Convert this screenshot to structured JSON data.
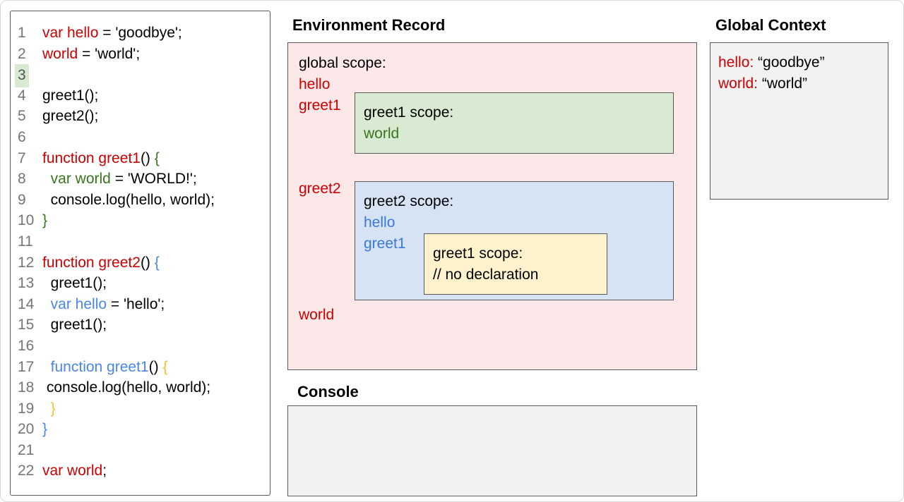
{
  "colors": {
    "red": "#cc0000",
    "green": "#38761d",
    "blue": "#4a86e8",
    "blueDark": "#3c78d8",
    "yellow": "#f1c232",
    "black": "#000000"
  },
  "code": {
    "lines": [
      {
        "num": "1",
        "highlight": false,
        "segments": [
          [
            "red",
            "var hello"
          ],
          [
            "black",
            " = 'goodbye';"
          ]
        ]
      },
      {
        "num": "2",
        "highlight": false,
        "segments": [
          [
            "red",
            "world"
          ],
          [
            "black",
            " = 'world';"
          ]
        ]
      },
      {
        "num": "3",
        "highlight": true,
        "segments": []
      },
      {
        "num": "4",
        "highlight": false,
        "segments": [
          [
            "black",
            "greet1();"
          ]
        ]
      },
      {
        "num": "5",
        "highlight": false,
        "segments": [
          [
            "black",
            "greet2();"
          ]
        ]
      },
      {
        "num": "6",
        "highlight": false,
        "segments": []
      },
      {
        "num": "7",
        "highlight": false,
        "segments": [
          [
            "red",
            "function greet1"
          ],
          [
            "black",
            "() "
          ],
          [
            "green",
            "{"
          ]
        ]
      },
      {
        "num": "8",
        "highlight": false,
        "segments": [
          [
            "black",
            "  "
          ],
          [
            "green",
            "var world"
          ],
          [
            "black",
            " = 'WORLD!';"
          ]
        ]
      },
      {
        "num": "9",
        "highlight": false,
        "segments": [
          [
            "black",
            "  console.log(hello, world);"
          ]
        ]
      },
      {
        "num": "10",
        "highlight": false,
        "segments": [
          [
            "green",
            "}"
          ]
        ]
      },
      {
        "num": "11",
        "highlight": false,
        "segments": []
      },
      {
        "num": "12",
        "highlight": false,
        "segments": [
          [
            "red",
            "function greet2"
          ],
          [
            "black",
            "() "
          ],
          [
            "blue",
            "{"
          ]
        ]
      },
      {
        "num": "13",
        "highlight": false,
        "segments": [
          [
            "black",
            "  greet1();"
          ]
        ]
      },
      {
        "num": "14",
        "highlight": false,
        "segments": [
          [
            "black",
            "  "
          ],
          [
            "blue",
            "var hello"
          ],
          [
            "black",
            " = 'hello';"
          ]
        ]
      },
      {
        "num": "15",
        "highlight": false,
        "segments": [
          [
            "black",
            "  greet1();"
          ]
        ]
      },
      {
        "num": "16",
        "highlight": false,
        "segments": []
      },
      {
        "num": "17",
        "highlight": false,
        "segments": [
          [
            "black",
            "  "
          ],
          [
            "blue",
            "function greet1"
          ],
          [
            "black",
            "() "
          ],
          [
            "yellow",
            "{"
          ]
        ]
      },
      {
        "num": "18",
        "highlight": false,
        "segments": [
          [
            "black",
            " console.log(hello, world);"
          ]
        ]
      },
      {
        "num": "19",
        "highlight": false,
        "segments": [
          [
            "black",
            "  "
          ],
          [
            "yellow",
            "}"
          ]
        ]
      },
      {
        "num": "20",
        "highlight": false,
        "segments": [
          [
            "blue",
            "}"
          ]
        ]
      },
      {
        "num": "21",
        "highlight": false,
        "segments": []
      },
      {
        "num": "22",
        "highlight": false,
        "segments": [
          [
            "red",
            "var world"
          ],
          [
            "black",
            ";"
          ]
        ]
      }
    ]
  },
  "environment_record": {
    "title": "Environment Record",
    "global_label": "global scope:",
    "left_items": [
      {
        "text": "hello",
        "color": "red"
      },
      {
        "text": "greet1",
        "color": "red"
      },
      {
        "text": "greet2",
        "color": "red"
      },
      {
        "text": "world",
        "color": "red"
      }
    ],
    "greet1_box": {
      "label": "greet1 scope:",
      "items": [
        {
          "text": "world",
          "color": "green"
        }
      ]
    },
    "greet2_box": {
      "label": "greet2 scope:",
      "items": [
        {
          "text": "hello",
          "color": "blueDark"
        },
        {
          "text": "greet1",
          "color": "blueDark"
        }
      ],
      "inner_box": {
        "label": "greet1 scope:",
        "items": [
          {
            "text": "// no declaration",
            "color": "black"
          }
        ]
      }
    }
  },
  "global_context": {
    "title": "Global Context",
    "entries": [
      {
        "name": "hello:",
        "value": " “goodbye”"
      },
      {
        "name": "world:",
        "value": " “world”"
      }
    ]
  },
  "console": {
    "title": "Console"
  }
}
